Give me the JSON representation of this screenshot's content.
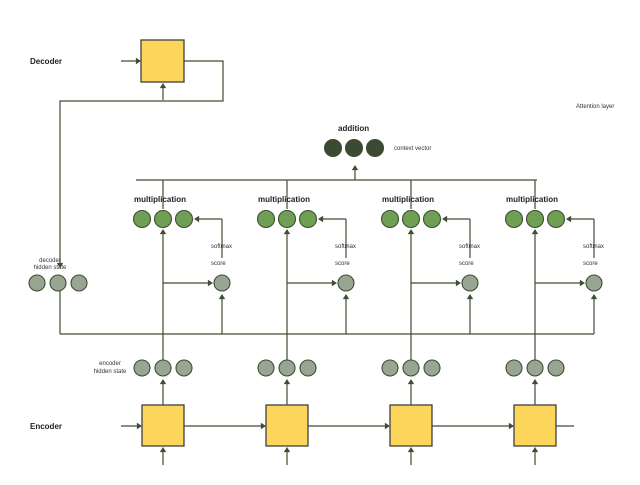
{
  "labels": {
    "decoder": "Decoder",
    "encoder": "Encoder",
    "attention_layer": "Attention layer",
    "addition": "addition",
    "context_vector": "context vector",
    "multiplication": "multiplication",
    "softmax": "softmax",
    "score": "score",
    "decoder_hidden_state_1": "decoder",
    "decoder_hidden_state_2": "hidden state",
    "encoder_hidden_state_1": "encoder",
    "encoder_hidden_state_2": "hidden state"
  },
  "colors": {
    "rnn_cell_fill": "#FCD65B",
    "rnn_cell_stroke": "#3F3F3F",
    "hidden_state_fill": "#97A592",
    "multiplication_fill": "#6F9F55",
    "context_fill": "#3C4A33",
    "score_fill": "#97A592",
    "line": "#3F4D33"
  },
  "encoder_steps": 4
}
